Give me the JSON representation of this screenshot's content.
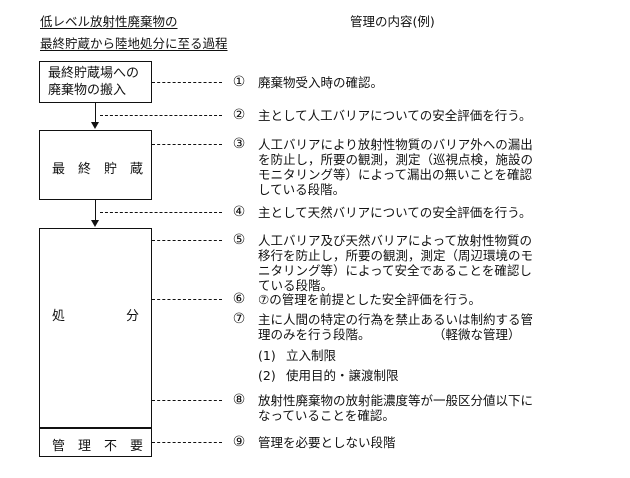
{
  "header": {
    "left_line1": "低レベル放射性廃棄物の",
    "left_line2": "最終貯蔵から陸地処分に至る過程",
    "right": "管理の内容(例)"
  },
  "stages": {
    "s1_line1": "最終貯蔵場への",
    "s1_line2": "廃棄物の搬入",
    "s2": "最　終　貯　蔵",
    "s3_left": "処",
    "s3_right": "分",
    "s4": "管　理　不　要"
  },
  "items": [
    {
      "num": "①",
      "lines": [
        "廃棄物受入時の確認。"
      ]
    },
    {
      "num": "②",
      "lines": [
        "主として人工バリアについての安全評価を行う。"
      ]
    },
    {
      "num": "③",
      "lines": [
        "人工バリアにより放射性物質のバリア外への漏出",
        "を防止し，所要の観測，測定（巡視点検，施設の",
        "モニタリング等）によって漏出の無いことを確認",
        "している段階。"
      ]
    },
    {
      "num": "④",
      "lines": [
        "主として天然バリアについての安全評価を行う。"
      ]
    },
    {
      "num": "⑤",
      "lines": [
        "人工バリア及び天然バリアによって放射性物質の",
        "移行を防止し，所要の観測，測定（周辺環境のモ",
        "ニタリング等）によって安全であることを確認し",
        "ている段階。"
      ]
    },
    {
      "num": "⑥",
      "lines": [
        "⑦の管理を前提とした安全評価を行う。"
      ]
    },
    {
      "num": "⑦",
      "lines": [
        "主に人間の特定の行為を禁止あるいは制約する管",
        "理のみを行う段階。　　　　　　（軽微な管理）"
      ]
    },
    {
      "num": "⑧",
      "lines": [
        "放射性廃棄物の放射能濃度等が一般区分値以下に",
        "なっていることを確認。"
      ]
    },
    {
      "num": "⑨",
      "lines": [
        "管理を必要としない段階"
      ]
    }
  ],
  "subitems": [
    {
      "num": "(1)",
      "text": "立入制限"
    },
    {
      "num": "(2)",
      "text": "使用目的・譲渡制限"
    }
  ]
}
